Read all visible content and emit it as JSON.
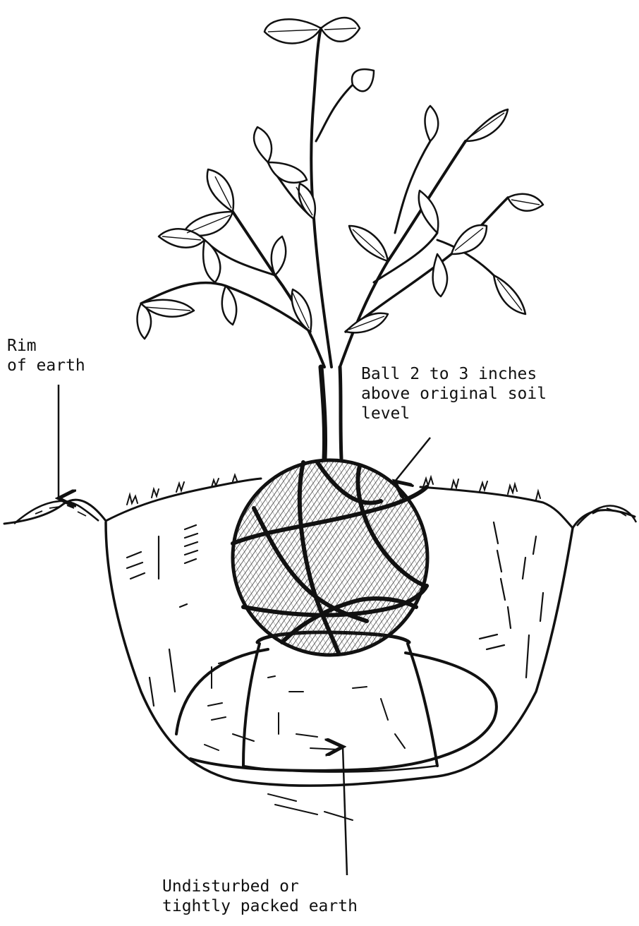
{
  "labels": {
    "rim": [
      "Rim",
      "of earth"
    ],
    "ball": [
      "Ball 2 to 3 inches",
      "above original soil",
      "level"
    ],
    "undisturbed": [
      "Undisturbed or",
      "tightly packed earth"
    ]
  },
  "colors": {
    "ink": "#111111",
    "paper": "#ffffff"
  }
}
